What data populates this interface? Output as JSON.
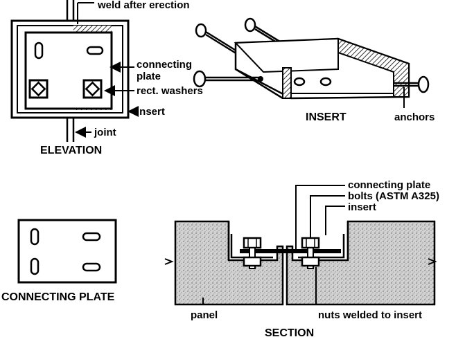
{
  "elevation": {
    "title": "ELEVATION",
    "labels": {
      "weld": "weld after erection",
      "plate_line1": "connecting",
      "plate_line2": "plate",
      "washers": "rect. washers",
      "insert": "insert",
      "joint": "joint"
    }
  },
  "insert_view": {
    "title": "INSERT",
    "labels": {
      "anchors": "anchors"
    }
  },
  "connecting_plate": {
    "title": "CONNECTING PLATE"
  },
  "section": {
    "title": "SECTION",
    "labels": {
      "connecting_plate": "connecting plate",
      "bolts": "bolts (ASTM A325)",
      "insert": "insert",
      "panel": "panel",
      "nuts": "nuts welded to insert"
    }
  }
}
